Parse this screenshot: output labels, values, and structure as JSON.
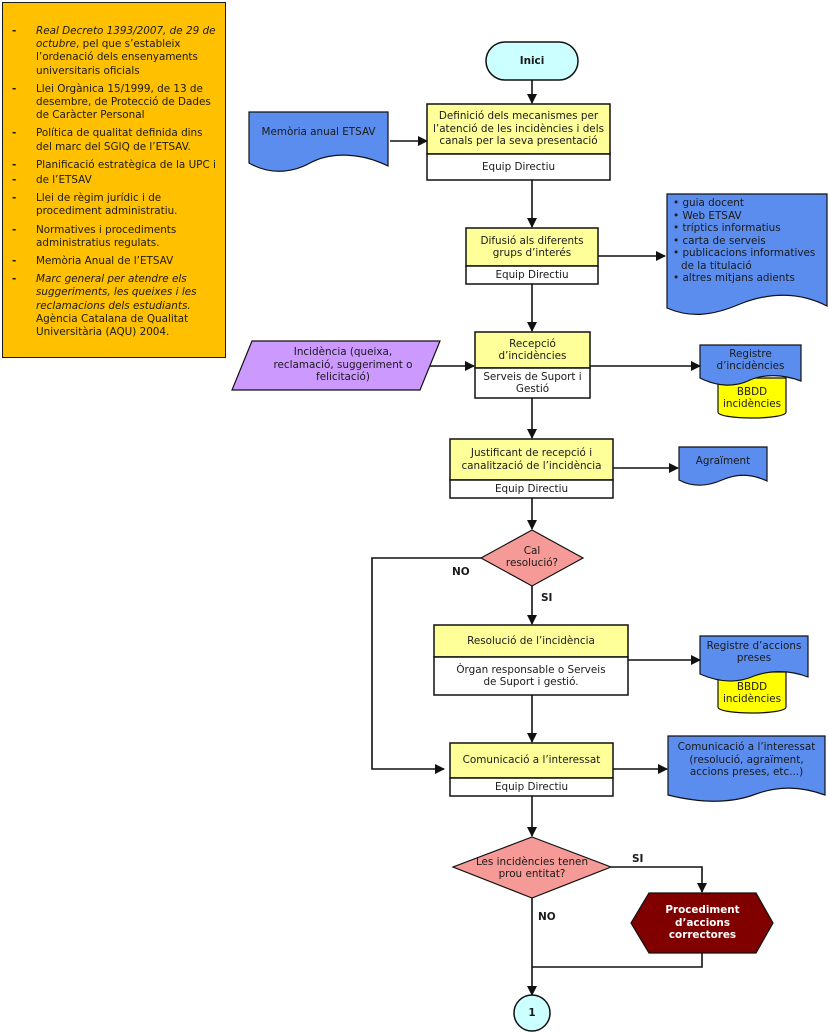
{
  "legal_sources": {
    "items": [
      {
        "italic": "Real Decreto 1393/2007, de 29 de octubre",
        "text": ", pel que s’estableix l’ordenació dels ensenyaments universitaris oficials"
      },
      {
        "italic": "",
        "text": "Llei Orgànica 15/1999, de 13 de desembre, de Protecció de Dades de Caràcter Personal"
      },
      {
        "italic": "",
        "text": "Política de qualitat definida dins del marc del SGIQ de l’ETSAV."
      },
      {
        "italic": "",
        "text": "Planificació estratègica de la UPC i"
      },
      {
        "italic": "",
        "text": "de l’ETSAV"
      },
      {
        "italic": "",
        "text": "Llei de règim jurídic i de procediment administratiu."
      },
      {
        "italic": "",
        "text": "Normatives i procediments administratius regulats."
      },
      {
        "italic": "",
        "text": "Memòria Anual de l’ETSAV"
      },
      {
        "italic": "Marc general per atendre els suggeriments, les queixes i les reclamacions dels estudiants.",
        "text": " Agència Catalana de Qualitat Universitària (AQU) 2004."
      }
    ],
    "bullet": "-"
  },
  "flow": {
    "start": "Inici",
    "step1": {
      "title": "Definició dels mecanismes per l’atenció de les incidències i dels canals per la seva presentació",
      "owner": "Equip Directiu"
    },
    "input1": "Memòria anual ETSAV",
    "step2": {
      "title": "Difusió als diferents grups d’interés",
      "owner": "Equip Directiu"
    },
    "output2": [
      "guia docent",
      "Web ETSAV",
      "tríptics informatius",
      " carta de serveis",
      "publicacions informatives",
      "de la titulació",
      "altres mitjans adients"
    ],
    "input3": "Incidència (queixa, reclamació, suggeriment o felicitació)",
    "step3": {
      "title": "Recepció d’incidències",
      "owner": "Serveis de Suport i Gestió"
    },
    "output3": {
      "doc": "Registre d’incidències",
      "db": "BBDD incidències"
    },
    "step4": {
      "title": "Justificant de recepció i canalització de l’incidència",
      "owner": "Equip Directiu"
    },
    "output4": "Agraïment",
    "decision1": {
      "question": "Cal resolució?",
      "no": "NO",
      "yes": "SI"
    },
    "step5": {
      "title": "Resolució de l’incidència",
      "owner": "Òrgan responsable o Serveis de Suport i gestió."
    },
    "output5": {
      "doc": "Registre d’accions preses",
      "db": "BBDD incidències"
    },
    "step6": {
      "title": "Comunicació a l’interessat",
      "owner": "Equip Directiu"
    },
    "output6": "Comunicació a l’interessat (resolució, agraïment, accions preses, etc...)",
    "decision2": {
      "question": "Les incidències tenen prou entitat?",
      "yes": "SI",
      "no": "NO"
    },
    "subprocess": "Procediment d’accions correctores",
    "connector": "1"
  },
  "colors": {
    "legal_bg": "#ffc000",
    "process_title": "#ffff99",
    "document": "#5b8def",
    "terminator": "#ccffff",
    "input_parallelogram": "#cc99ff",
    "decision": "#f59a96",
    "database": "#ffff00",
    "subprocess": "#800000"
  }
}
